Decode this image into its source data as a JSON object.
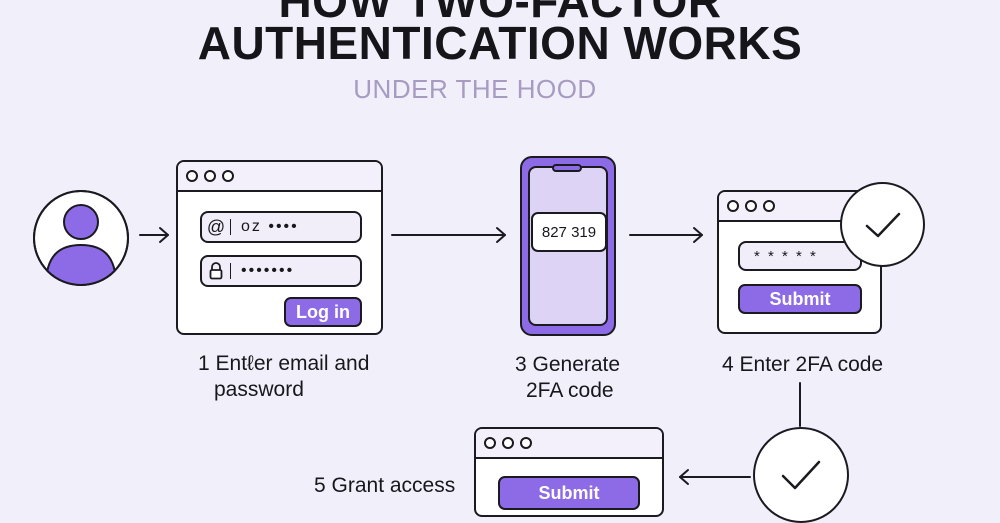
{
  "header": {
    "title_line1": "HOW TWO-FACTOR",
    "title_line2": "AUTHENTICATION WORKS",
    "subtitle": "UNDER THE HOOD"
  },
  "step1": {
    "email_icon": "@",
    "email_value": "oz ••••",
    "password_value": "•••••••",
    "button_label": "Log in",
    "label_line1": "1 Entℓer email and",
    "label_line2": "password"
  },
  "step3": {
    "code": "827 319",
    "label_line1": "3 Generate",
    "label_line2": "2FA code"
  },
  "step4": {
    "code_value": "* * * * *",
    "button_label": "Submit",
    "label": "4 Enter 2FA code"
  },
  "step5": {
    "button_label": "Submit",
    "label": "5 Grant access"
  },
  "colors": {
    "background": "#F1EFFA",
    "accent": "#8D6BE6",
    "subtitle": "#A79BC2",
    "outline": "#1A1A20"
  },
  "icons": [
    "user-avatar-icon",
    "lock-icon",
    "checkmark-icon",
    "arrow-right-icon",
    "arrow-left-icon"
  ]
}
